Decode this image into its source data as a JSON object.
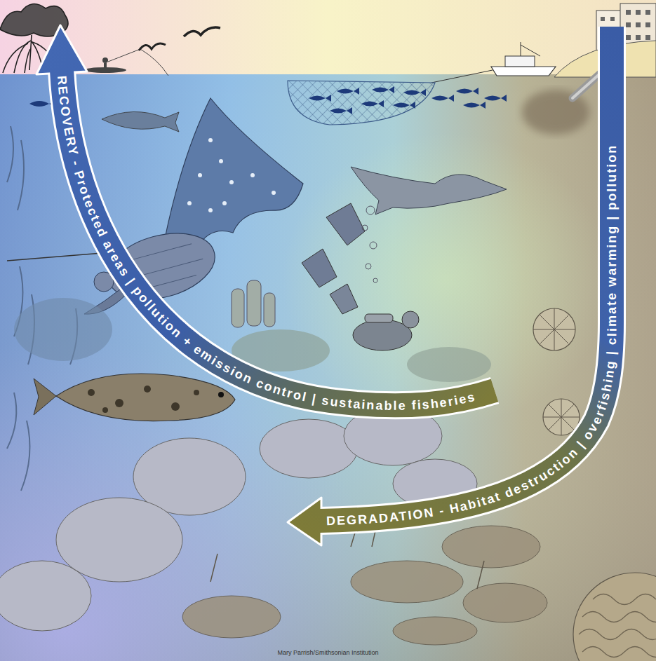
{
  "diagram": {
    "nodes": [
      {
        "text": [
          "RECOVERY - Protected areas | pollution + emission control | sustainable fisheries"
        ]
      },
      {
        "text": [
          "DEGRADATION - Habitat destruction | overfishing | climate warming | pollution"
        ]
      }
    ],
    "labels": [
      "Mary Parrish/Smithsonian Institution"
    ]
  }
}
